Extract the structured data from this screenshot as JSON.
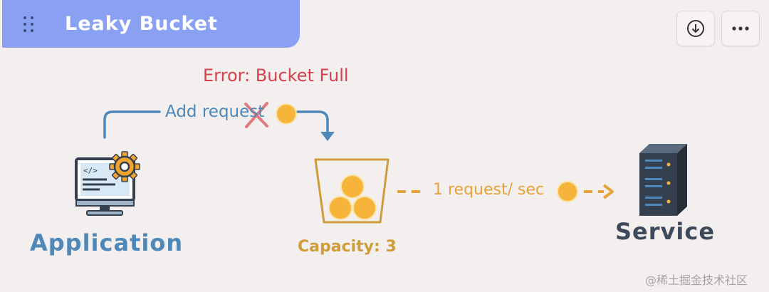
{
  "header": {
    "title": "Leaky Bucket"
  },
  "toolbar": {
    "download_icon": "download-icon",
    "more_icon": "more-icon"
  },
  "diagram": {
    "error_text": "Error: Bucket Full",
    "add_request_text": "Add request",
    "rate_text": "1 request/ sec",
    "application_label": "Application",
    "capacity_label": "Capacity: 3",
    "service_label": "Service",
    "bucket_items": 3
  },
  "watermark": "@稀土掘金技术社区",
  "colors": {
    "title_bar": "#8aa0f3",
    "blue": "#4d88b8",
    "error": "#d6404d",
    "orange": "#e8a23a",
    "coin": "#f6b53a",
    "server": "#34404f"
  }
}
